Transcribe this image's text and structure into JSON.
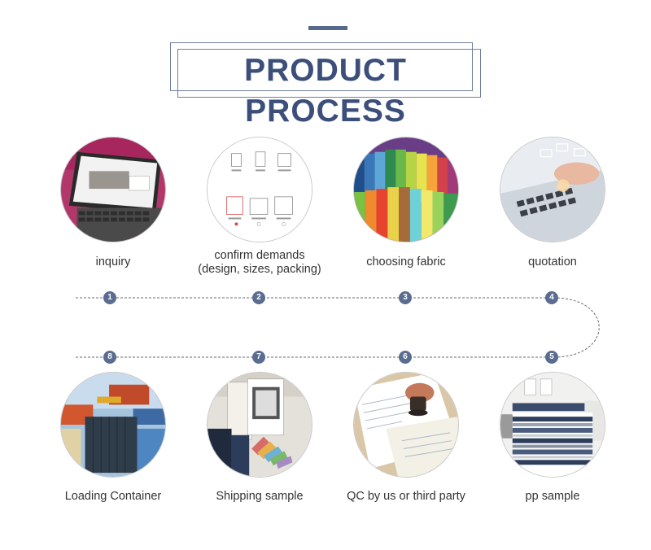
{
  "header": {
    "title": "PRODUCT PROCESS"
  },
  "steps": [
    {
      "number": "1",
      "label": "inquiry",
      "icon": "laptop-website-icon"
    },
    {
      "number": "2",
      "label_line1": "confirm demands",
      "label_line2": "(design, sizes, packing)",
      "icon": "bed-size-chart-icon"
    },
    {
      "number": "3",
      "label": "choosing fabric",
      "icon": "fabric-rolls-icon"
    },
    {
      "number": "4",
      "label": "quotation",
      "icon": "keyboard-email-icon"
    },
    {
      "number": "5",
      "label": "pp sample",
      "icon": "bedroom-sample-icon"
    },
    {
      "number": "6",
      "label": "QC by us or third party",
      "icon": "document-stamp-icon"
    },
    {
      "number": "7",
      "label": "Shipping sample",
      "icon": "fabric-swatch-book-icon"
    },
    {
      "number": "8",
      "label": "Loading Container",
      "icon": "shipping-container-icon"
    }
  ],
  "colors": {
    "accent": "#566a8e",
    "title": "#3c4f7a",
    "badge": "#5a6d91"
  }
}
